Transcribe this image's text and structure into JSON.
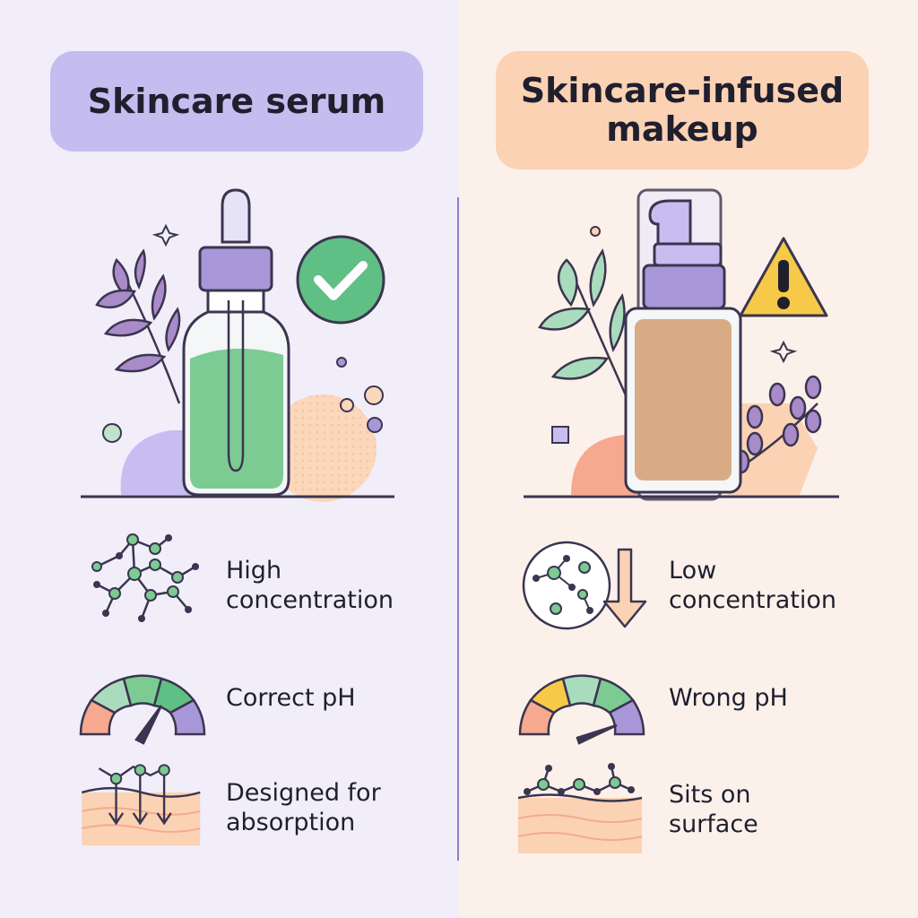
{
  "left": {
    "title": "Skincare serum",
    "features": [
      {
        "icon": "molecule-cluster-icon",
        "text": "High\nconcentration"
      },
      {
        "icon": "ph-gauge-icon",
        "text": "Correct pH"
      },
      {
        "icon": "skin-absorption-icon",
        "text": "Designed for\nabsorption"
      }
    ],
    "status_icon": "check-circle-icon",
    "colors": {
      "panel": "#f1eefa",
      "title_bg": "#c5bdf0",
      "accent": "#5fbf84"
    }
  },
  "right": {
    "title": "Skincare-infused\nmakeup",
    "features": [
      {
        "icon": "low-concentration-icon",
        "text": "Low\nconcentration"
      },
      {
        "icon": "ph-gauge-icon",
        "text": "Wrong pH"
      },
      {
        "icon": "skin-surface-icon",
        "text": "Sits on\nsurface"
      }
    ],
    "status_icon": "warning-triangle-icon",
    "colors": {
      "panel": "#fcf1ea",
      "title_bg": "#fbd2b4",
      "accent": "#f7c948"
    }
  }
}
